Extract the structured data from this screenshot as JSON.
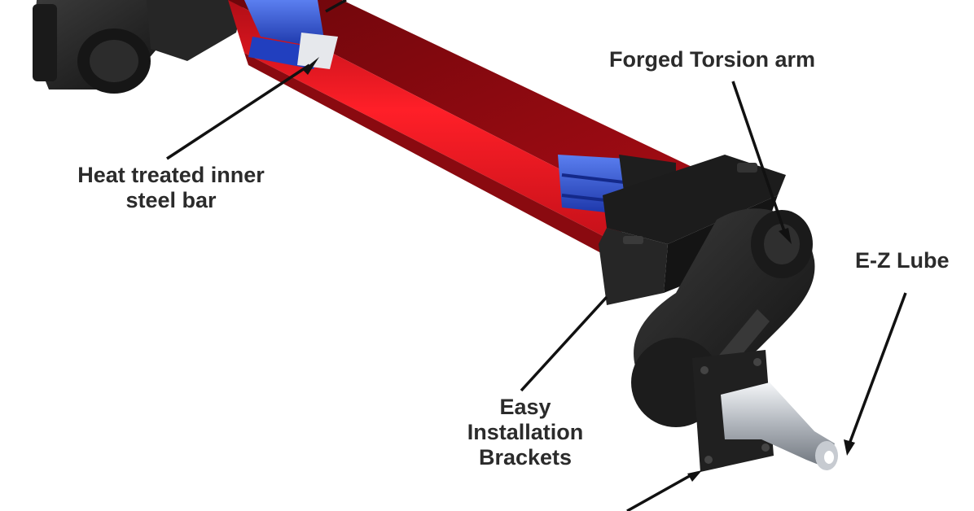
{
  "labels": {
    "heat_treated": [
      "Heat treated inner",
      "steel bar"
    ],
    "forged_arm": "Forged Torsion arm",
    "ez_lube": "E-Z Lube",
    "brackets": [
      "Easy",
      "Installation",
      "Brackets"
    ]
  },
  "colors": {
    "tube_red": "#e0141e",
    "tube_dark_red": "#8a0a10",
    "rubber_blue": "#2a4fd0",
    "metal_black": "#1f1f1f",
    "spindle_silver": "#c8ccd2",
    "label_text": "#2b2b2b"
  }
}
